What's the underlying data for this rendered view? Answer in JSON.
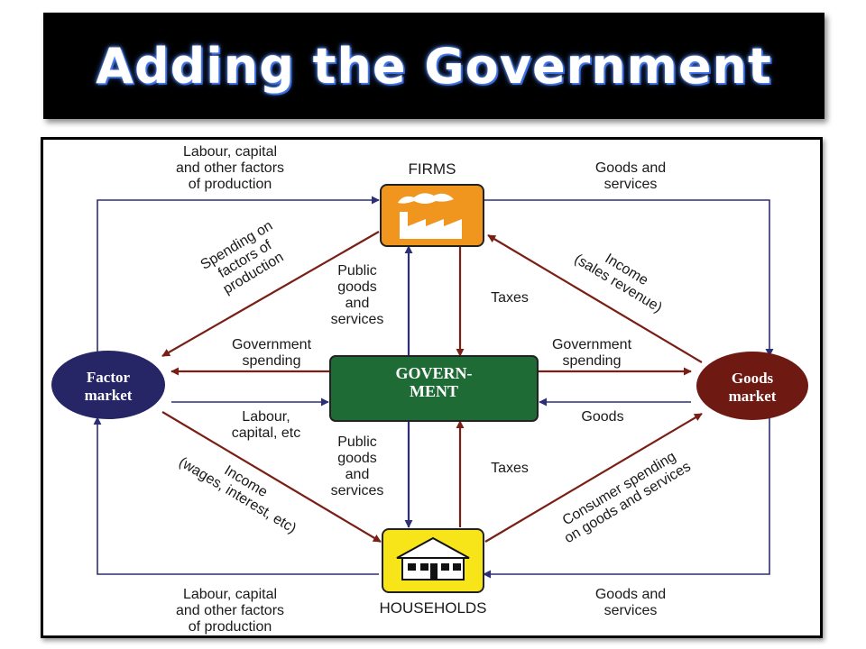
{
  "title": "Adding the Government",
  "nodes": {
    "firms": "FIRMS",
    "households": "HOUSEHOLDS",
    "factor_market": [
      "Factor",
      "market"
    ],
    "goods_market": [
      "Goods",
      "market"
    ],
    "government": [
      "GOVERN-",
      "MENT"
    ]
  },
  "flows": {
    "labour_top": [
      "Labour, capital",
      "and other factors",
      "of production"
    ],
    "goods_services_top": [
      "Goods and",
      "services"
    ],
    "spending_factors": [
      "Spending on",
      "factors of",
      "production"
    ],
    "income_sales": [
      "Income",
      "(sales revenue)"
    ],
    "public_goods_top": [
      "Public",
      "goods",
      "and",
      "services"
    ],
    "taxes_top": "Taxes",
    "gov_spending_left": [
      "Government",
      "spending"
    ],
    "gov_spending_right": [
      "Government",
      "spending"
    ],
    "labour_mid": [
      "Labour,",
      "capital, etc"
    ],
    "goods_mid": "Goods",
    "public_goods_bottom": [
      "Public",
      "goods",
      "and",
      "services"
    ],
    "taxes_bottom": "Taxes",
    "income_wages": [
      "Income",
      "(wages, interest, etc)"
    ],
    "consumer_spending": [
      "Consumer spending",
      "on goods and services"
    ],
    "labour_bottom": [
      "Labour, capital",
      "and other factors",
      "of production"
    ],
    "goods_services_bottom": [
      "Goods and",
      "services"
    ]
  },
  "colors": {
    "real_flow": "#2e2e78",
    "money_flow": "#7a1f16",
    "firms_fill": "#f0961e",
    "households_fill": "#f7e51a",
    "government_fill": "#1f6b35",
    "factor_fill": "#262566",
    "goods_fill": "#6e1a12"
  },
  "icons": {
    "firms": "factory-icon",
    "households": "house-icon"
  }
}
